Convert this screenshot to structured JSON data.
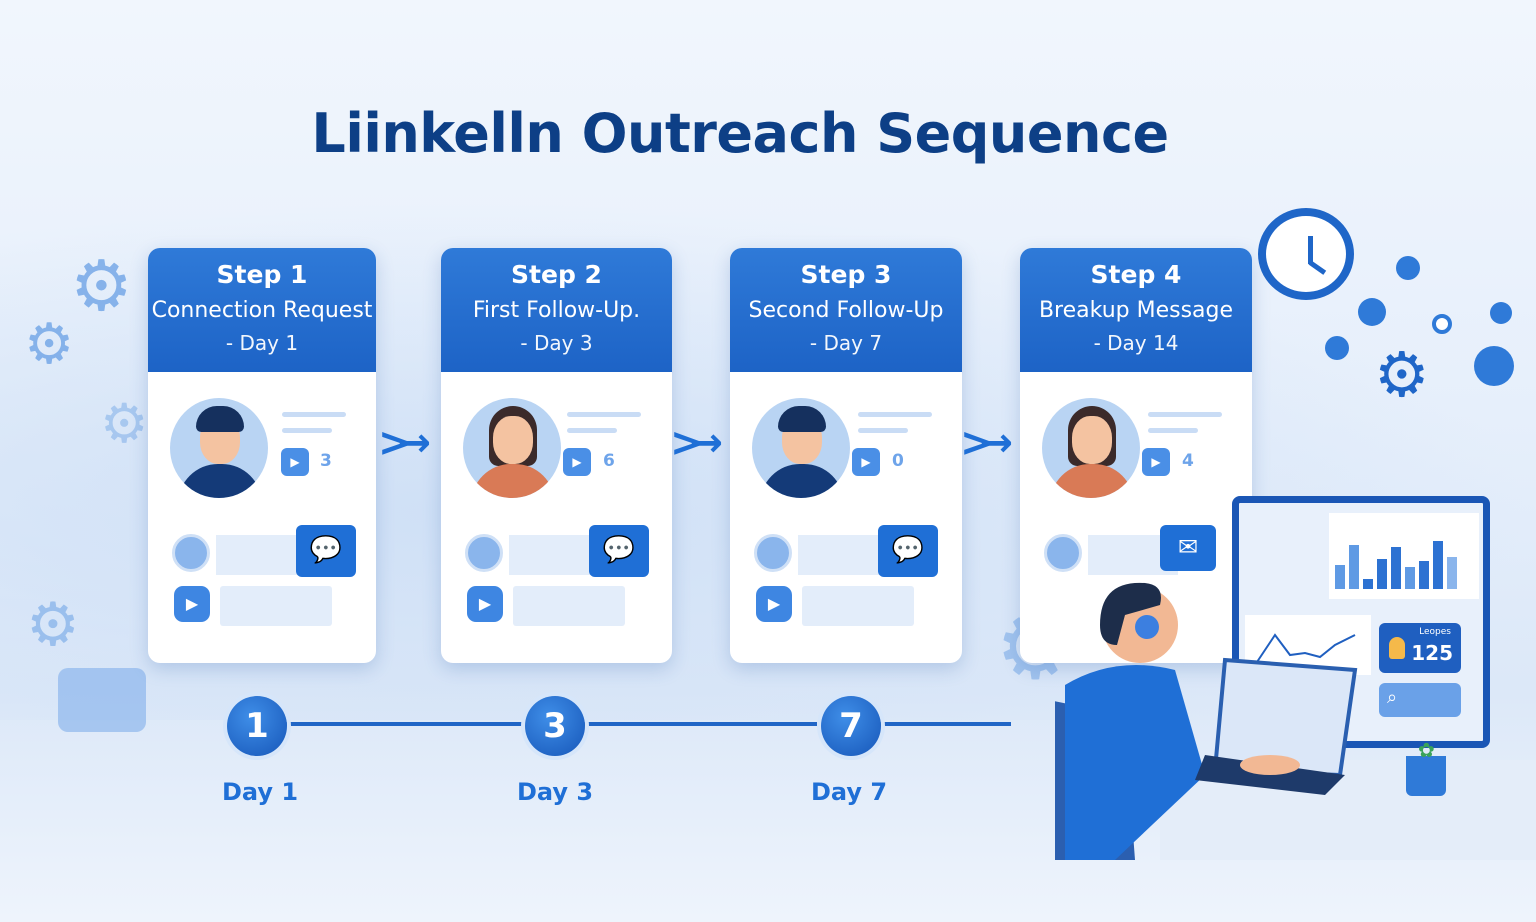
{
  "title": {
    "part1": "Liinkelln",
    "part2": "Outreach",
    "part3": "Sequence"
  },
  "steps": [
    {
      "step": "Step 1",
      "name": "Connection Request",
      "day": "- Day 1",
      "count": "3",
      "persona": "male"
    },
    {
      "step": "Step 2",
      "name": "First Follow-Up.",
      "day": "- Day 3",
      "count": "6",
      "persona": "female"
    },
    {
      "step": "Step 3",
      "name": "Second Follow-Up",
      "day": "- Day 7",
      "count": "0",
      "persona": "male"
    },
    {
      "step": "Step 4",
      "name": "Breakup Message",
      "day": "- Day 14",
      "count": "4",
      "persona": "female"
    }
  ],
  "timeline": [
    {
      "number": "1",
      "label": "Day 1"
    },
    {
      "number": "3",
      "label": "Day 3"
    },
    {
      "number": "7",
      "label": "Day 7"
    }
  ],
  "dashboard": {
    "leads_label": "Leopes",
    "leads_value": "125"
  },
  "colors": {
    "primary": "#1f6fd6",
    "dark": "#0d3f86"
  }
}
